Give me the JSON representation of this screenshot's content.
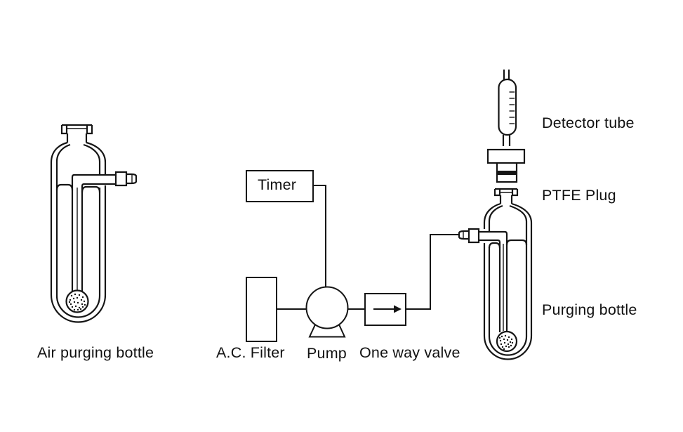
{
  "figure": {
    "background_color": "#ffffff",
    "line_color": "#151515",
    "text_color": "#111111",
    "labels": {
      "timer": "Timer",
      "ac_filter": "A.C. Filter",
      "pump": "Pump",
      "one_way_valve": "One way valve",
      "air_purging_bottle": "Air purging bottle",
      "detector_tube": "Detector tube",
      "ptfe_plug": "PTFE Plug",
      "purging_bottle": "Purging bottle"
    }
  }
}
